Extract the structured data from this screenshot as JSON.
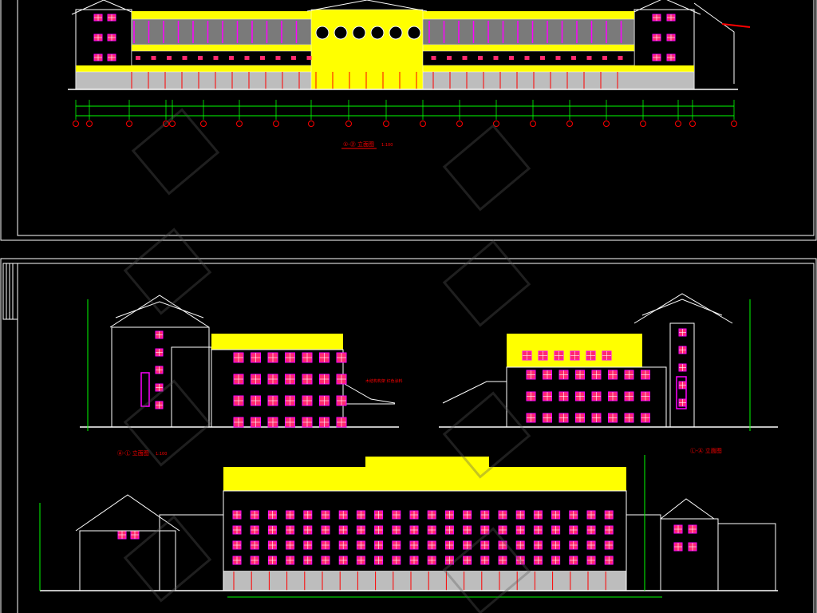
{
  "canvas": {
    "background": "#000000"
  },
  "colors": {
    "frame": "#ffffff",
    "wall": "#ffffff",
    "accent_yellow": "#ffff00",
    "window_magenta": "#ff00ff",
    "window_pane": "#ff2a6d",
    "dimension_green": "#00ff00",
    "label_red": "#ff0000",
    "roof_gray": "#8a8a8a",
    "storefront_gray": "#bdbdbd",
    "watermark": "#5a5a5a"
  },
  "sheet_1": {
    "title": "①-㉑ 立面图",
    "scale": "1:100"
  },
  "sheet_2": {
    "title_left": "Ⓐ-Ⓛ 立面图",
    "title_right": "Ⓛ-Ⓐ 立面图",
    "scale": "1:100",
    "annotation": "木结构构架 红色涂料"
  },
  "watermark_icons": [
    "watermark-logo-icon"
  ]
}
